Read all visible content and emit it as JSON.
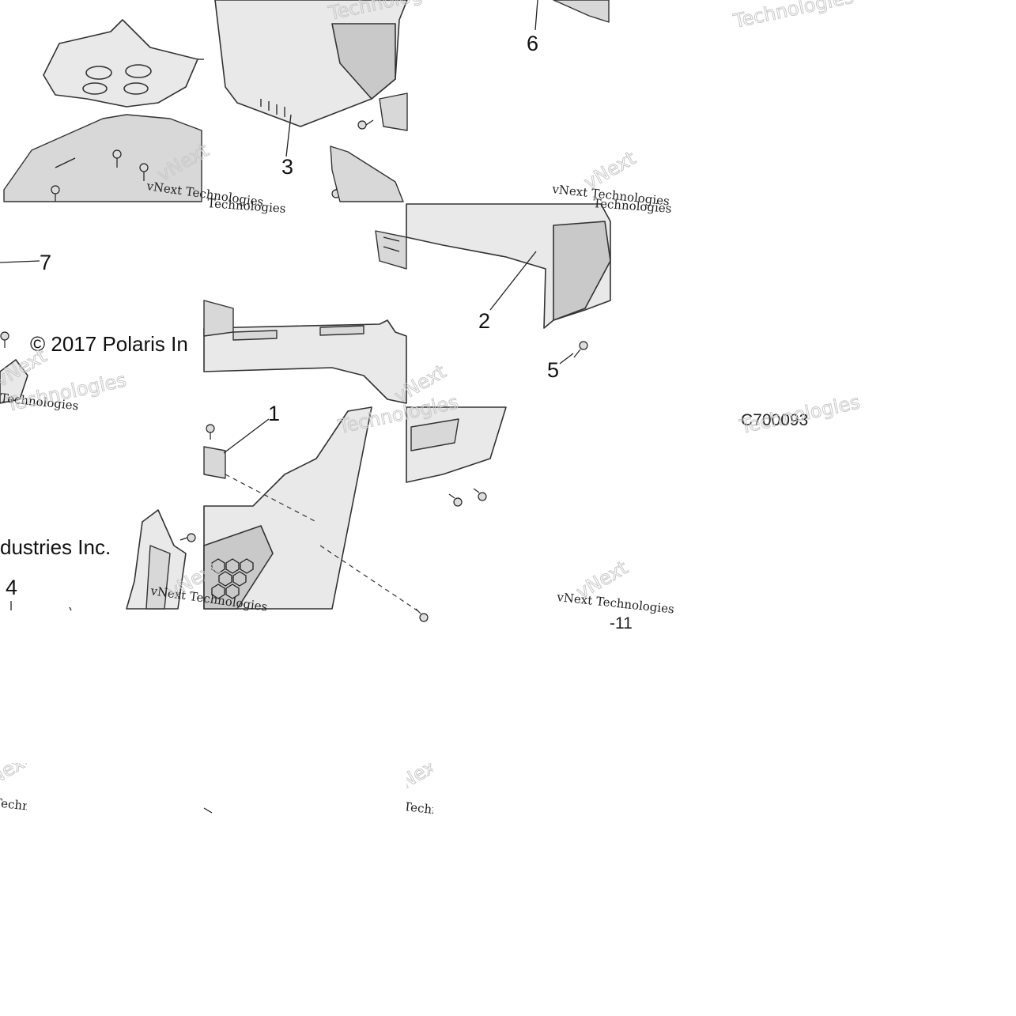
{
  "callouts": [
    "1",
    "2",
    "3",
    "4",
    "5",
    "6",
    "7"
  ],
  "copyright": {
    "part_a": "© 2017 Polaris In",
    "part_b": "dustries Inc."
  },
  "figure_code": "C700093",
  "page_fragment": "-11",
  "watermark": {
    "line1": "vNext",
    "line2": "Technologies",
    "combined": "vNext Technologies"
  },
  "colors": {
    "background": "#ffffff",
    "line": "#222222",
    "shade": "#c9c9c9"
  }
}
